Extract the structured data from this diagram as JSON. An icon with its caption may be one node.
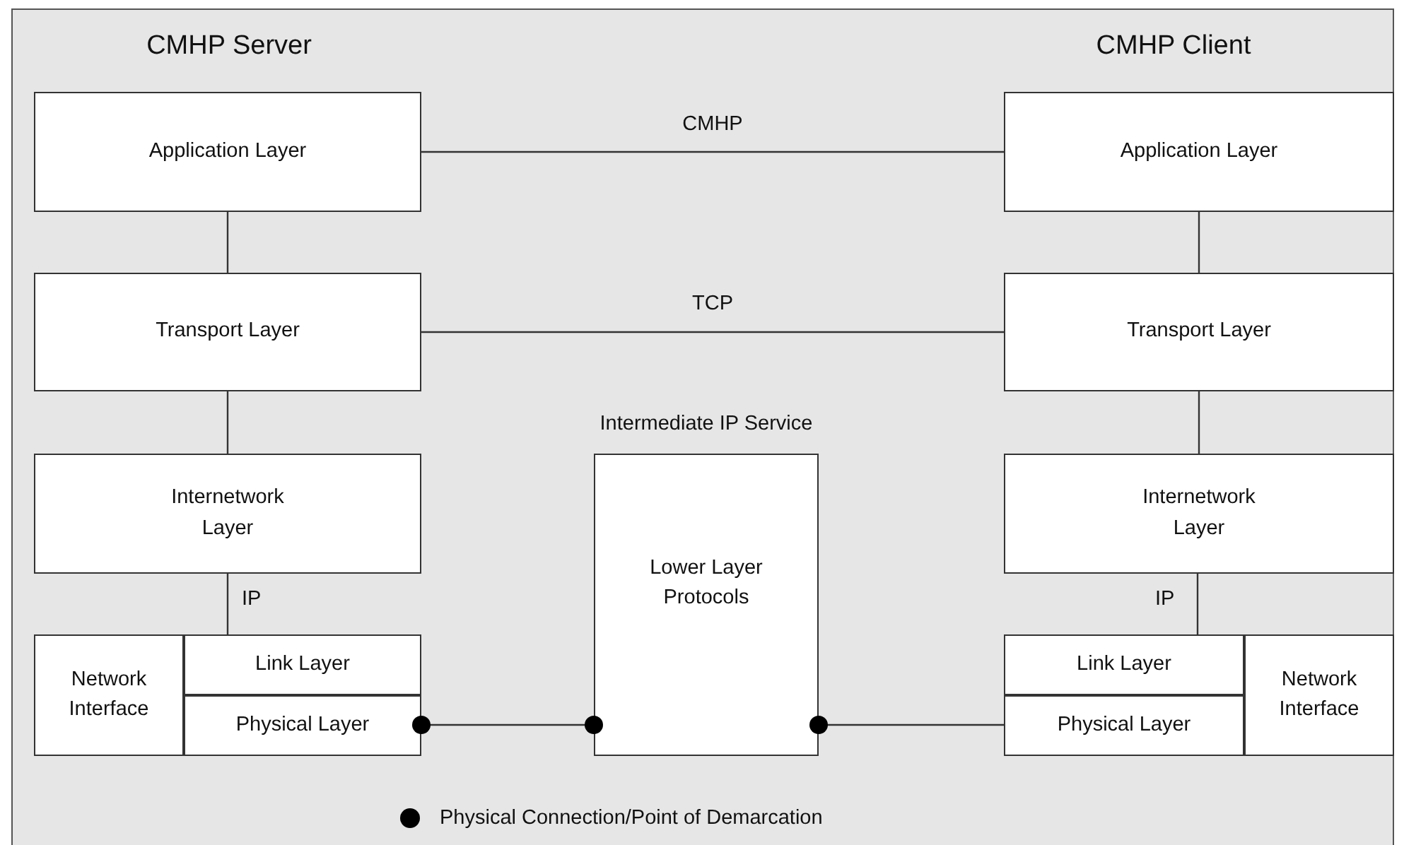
{
  "diagram": {
    "nodes": [
      {
        "text": [
          "Application Layer"
        ]
      },
      {
        "text": [
          "Transport Layer"
        ]
      },
      {
        "text": [
          "Internetwork Layer"
        ]
      },
      {
        "text": [
          "Network Interface"
        ]
      },
      {
        "text": [
          "Link Layer"
        ]
      },
      {
        "text": [
          "Physical Layer"
        ]
      },
      {
        "text": [
          "Intermediate IP Service",
          "Lower Layer Protocols"
        ]
      },
      {
        "text": [
          "Application Layer"
        ]
      },
      {
        "text": [
          "Transport Layer"
        ]
      },
      {
        "text": [
          "Internetwork Layer"
        ]
      },
      {
        "text": [
          "Link Layer"
        ]
      },
      {
        "text": [
          "Physical Layer"
        ]
      },
      {
        "text": [
          "Network Interface"
        ]
      }
    ],
    "edges": [
      {
        "from": 0,
        "to": 7,
        "arrow": "none",
        "label": "CMHP"
      },
      {
        "from": 0,
        "to": 1,
        "arrow": "none"
      },
      {
        "from": 7,
        "to": 8,
        "arrow": "none"
      },
      {
        "from": 1,
        "to": 8,
        "arrow": "none",
        "label": "TCP"
      },
      {
        "from": 1,
        "to": 2,
        "arrow": "none"
      },
      {
        "from": 8,
        "to": 9,
        "arrow": "none"
      },
      {
        "from": 2,
        "to": 4,
        "arrow": "none",
        "label": "IP"
      },
      {
        "from": 9,
        "to": 10,
        "arrow": "none",
        "label": "IP"
      },
      {
        "from": 5,
        "to": 6,
        "arrow": "other"
      },
      {
        "from": 6,
        "to": 11,
        "arrow": "other"
      }
    ],
    "labels": [
      "CMHP Server",
      "CMHP Client"
    ],
    "legend": [
      {
        "text": "Physical Connection/Point of Demarcation"
      }
    ]
  }
}
